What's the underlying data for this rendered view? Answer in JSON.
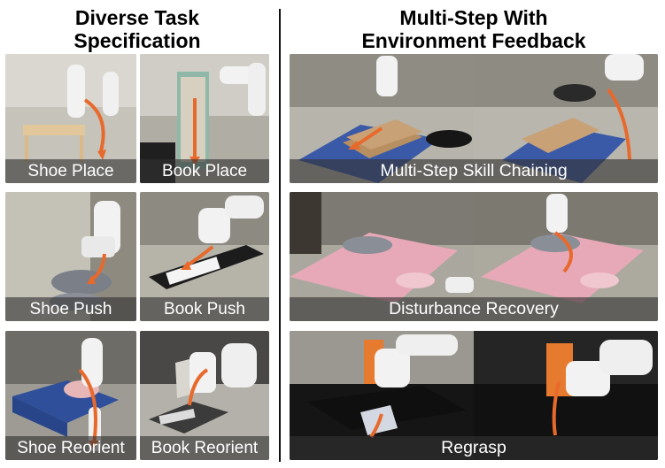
{
  "left_section": {
    "title_line1": "Diverse Task",
    "title_line2": "Specification",
    "tiles": [
      {
        "caption": "Shoe Place",
        "bg": "#c9c7bf",
        "object": "#efefef"
      },
      {
        "caption": "Book Place",
        "bg": "#b9b7ae",
        "object": "#8fb8a8"
      },
      {
        "caption": "Shoe Push",
        "bg": "#c6c3b9",
        "object": "#7a7f88"
      },
      {
        "caption": "Book Push",
        "bg": "#b7b4aa",
        "object": "#1c1c1c"
      },
      {
        "caption": "Shoe Reorient",
        "bg": "#8c8a84",
        "object": "#2f4f9a"
      },
      {
        "caption": "Book Reorient",
        "bg": "#a9a7a0",
        "object": "#3b3b3b"
      }
    ]
  },
  "right_section": {
    "title_line1": "Multi-Step With",
    "title_line2": "Environment Feedback",
    "rows": [
      {
        "caption": "Multi-Step Skill Chaining",
        "bg": "#b8b6ae",
        "cloth": "#3a5aa8"
      },
      {
        "caption": "Disturbance Recovery",
        "bg": "#a9a69d",
        "cloth": "#e7a9b8"
      },
      {
        "caption": "Regrasp",
        "bg": "#2a2a2a",
        "cloth": "#141414"
      }
    ]
  },
  "colors": {
    "arrow": "#e8692c",
    "robot": "#f2f2f2",
    "caption_bg": "rgba(50,50,50,0.62)"
  }
}
